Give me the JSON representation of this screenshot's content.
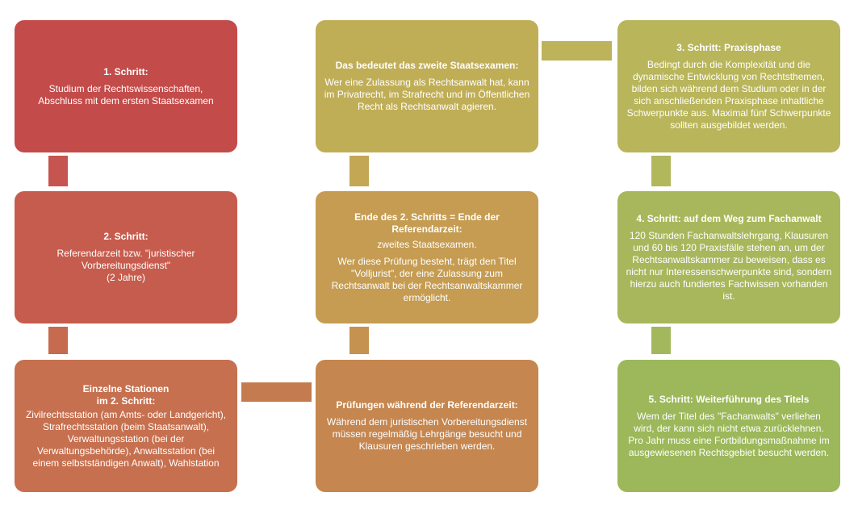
{
  "steps": {
    "s1": {
      "title": "1. Schritt:",
      "body": "Studium der Rechtswissenschaften, Abschluss mit dem ersten Staatsexamen",
      "color": "#c34b4a"
    },
    "s2": {
      "title": "2. Schritt:",
      "body": "Referendarzeit bzw. \"juristischer Vorbereitungsdienst\"\n(2 Jahre)",
      "color": "#c65c4d"
    },
    "st": {
      "title": "Einzelne Stationen\nim 2. Schritt:",
      "body": "Zivilrechtsstation (am Amts- oder Landgericht), Strafrechtsstation (beim Staatsanwalt), Verwaltungsstation (bei der Verwaltungsbehörde), Anwaltsstation (bei einem selbstständigen Anwalt), Wahlstation",
      "color": "#c6704f"
    },
    "pr": {
      "title": "Prüfungen während der Referendarzeit:",
      "body": "Während dem juristischen Vorbereitungsdienst müssen regelmäßig Lehrgänge besucht und Klausuren geschrieben werden.",
      "color": "#c5864f"
    },
    "ende": {
      "title": "Ende des 2. Schritts = Ende der Referendarzeit:",
      "sub": "zweites Staatsexamen.",
      "body": "Wer diese Prüfung besteht, trägt den Titel \"Volljurist\", der eine Zulassung zum Rechtsanwalt bei der Rechtsanwaltskammer ermöglicht.",
      "color": "#c59c52"
    },
    "bed": {
      "title": "Das bedeutet das zweite Staatsexamen:",
      "body": "Wer eine Zulassung als Rechtsanwalt hat, kann im Privatrecht, im Strafrecht und im Öffentlichen Recht als Rechtsanwalt agieren.",
      "color": "#c0ae57"
    },
    "s3": {
      "title": "3. Schritt: Praxisphase",
      "body": "Bedingt durch die Komplexität und die dynamische Entwicklung von Rechtsthemen, bilden sich während dem Studium oder in der sich anschließenden Praxisphase inhaltliche Schwerpunkte aus. Maximal fünf Schwerpunkte sollten ausgebildet werden.",
      "color": "#b8b55b"
    },
    "s4": {
      "title": "4. Schritt: auf dem Weg zum Fachanwalt",
      "body": "120 Stunden Fachanwaltslehrgang, Klausuren und 60 bis 120 Praxisfälle stehen an, um der Rechtsanwaltskammer zu beweisen, dass es nicht nur Interessenschwerpunkte sind, sondern hierzu auch fundiertes Fachwissen vorhanden ist.",
      "color": "#a8b75b"
    },
    "s5": {
      "title": "5. Schritt: Weiterführung des Titels",
      "body": "Wem der Titel des \"Fachanwalts\" verliehen wird, der kann sich nicht etwa zurücklehnen. Pro Jahr muss eine Fortbildungsmaßnahme im ausgewiesenen Rechtsgebiet besucht werden.",
      "color": "#9cb85a"
    }
  },
  "connectors": {
    "c1": "#c65550",
    "c2": "#c66a50",
    "c3": "#c57b50",
    "c4": "#c59250",
    "c5": "#c3a755",
    "c6": "#bcb35a",
    "c7": "#b1b75b",
    "c8": "#a3b85c"
  }
}
